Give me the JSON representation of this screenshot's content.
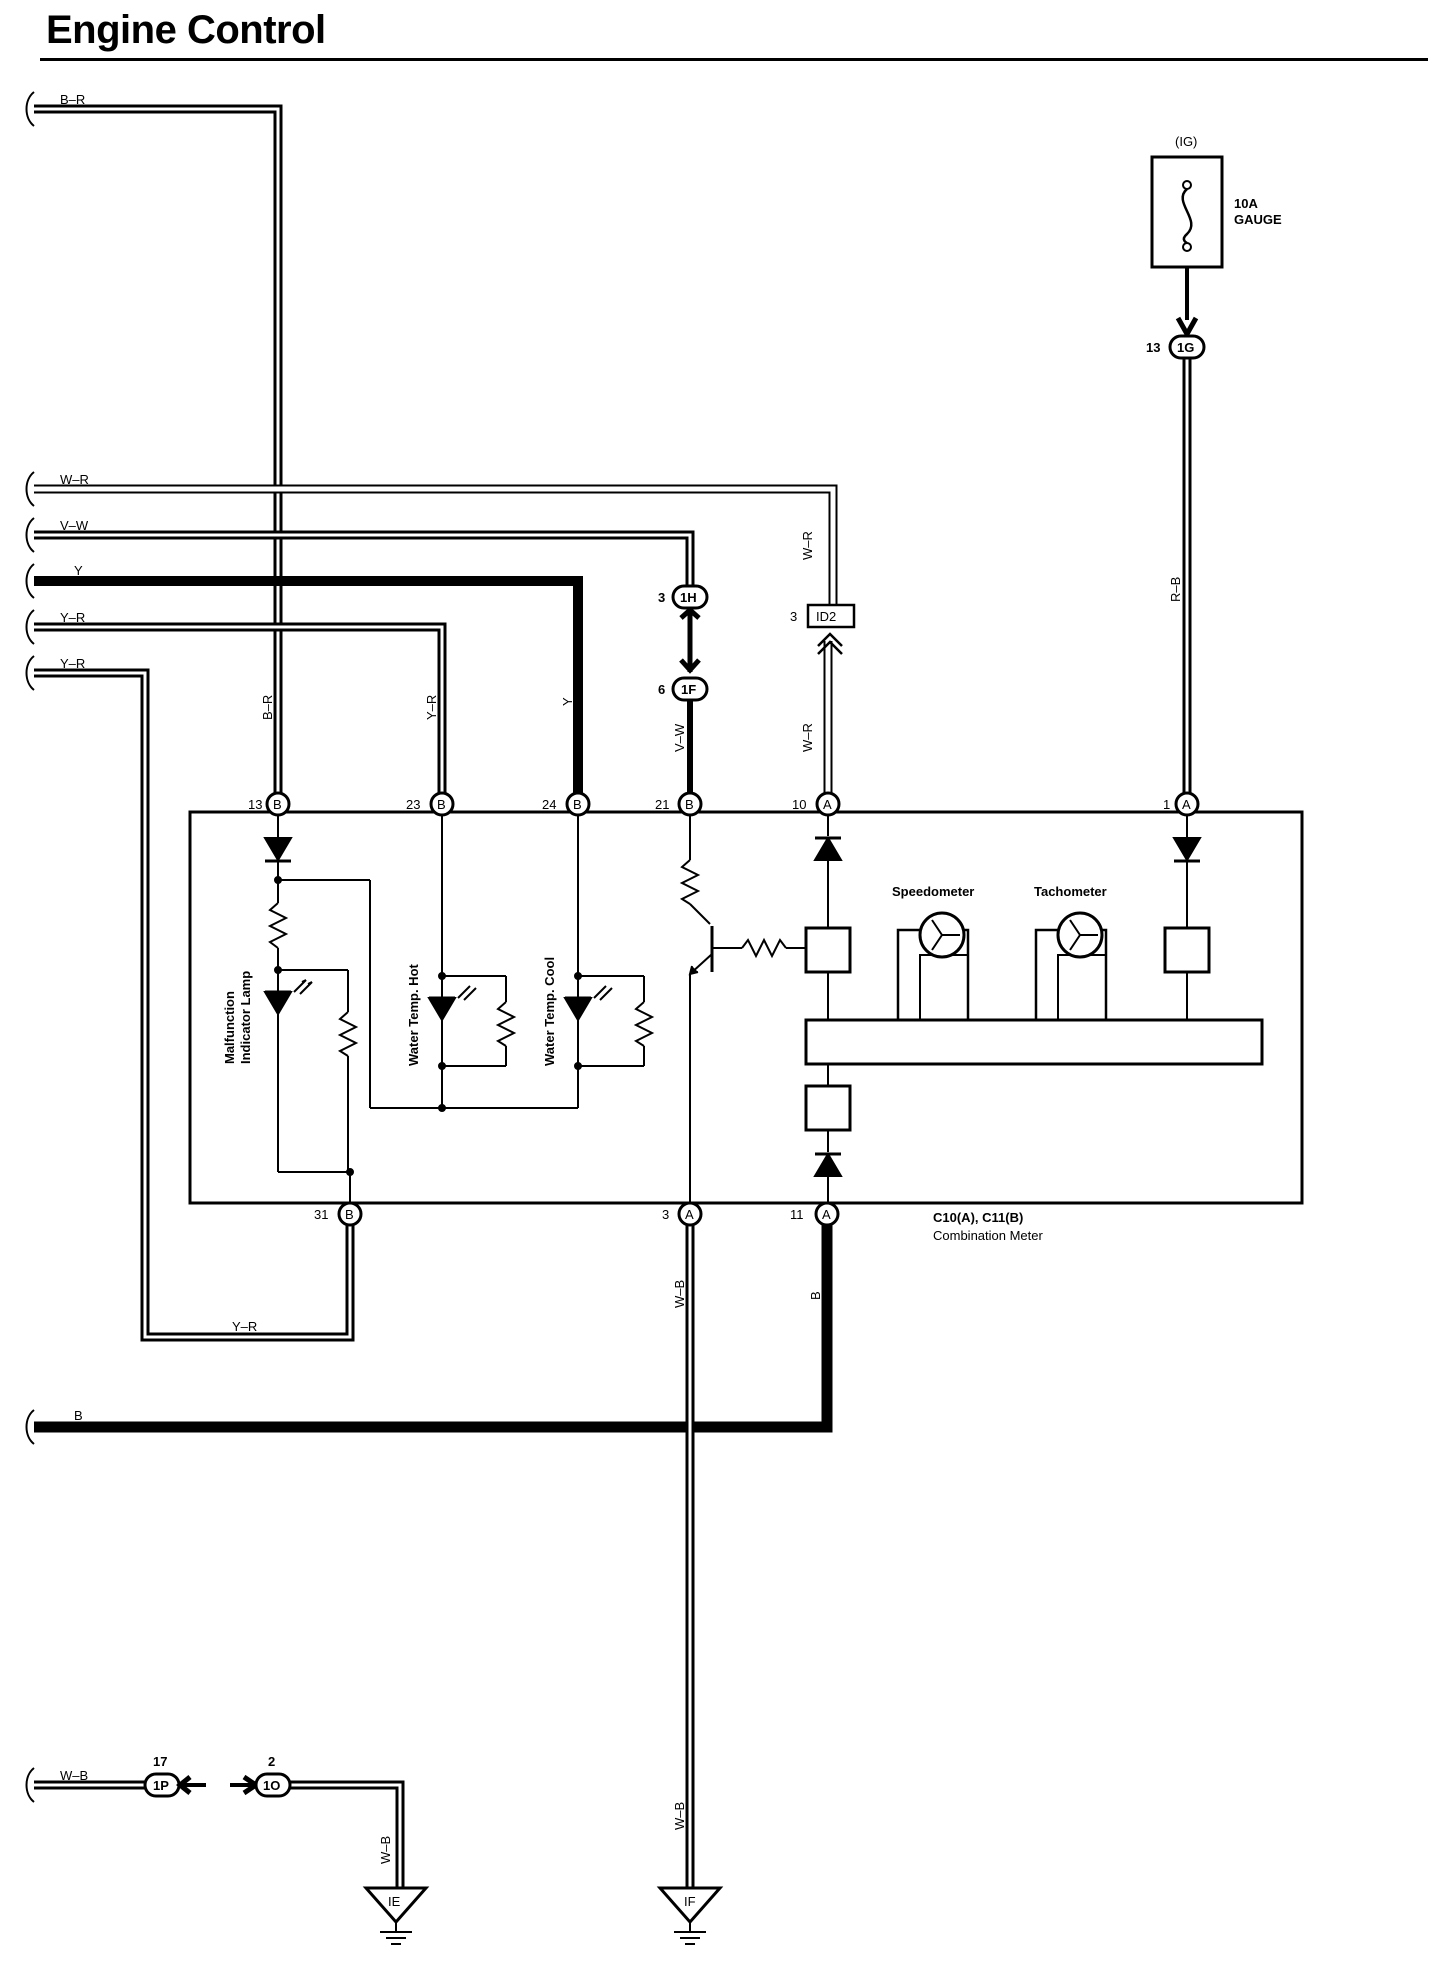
{
  "page": {
    "title": "Engine Control"
  },
  "wires": {
    "b_r": "B–R",
    "w_r": "W–R",
    "v_w": "V–W",
    "y": "Y",
    "y_r": "Y–R",
    "r_b": "R–B",
    "w_b": "W–B",
    "b": "B"
  },
  "pins": {
    "p13": "13",
    "p23": "23",
    "p24": "24",
    "p21": "21",
    "p10": "10",
    "p1": "1",
    "p31": "31",
    "p3": "3",
    "p11": "11",
    "p6": "6",
    "p17": "17",
    "p2": "2"
  },
  "connector_letters": {
    "a": "A",
    "b": "B"
  },
  "junctions": {
    "1h": "1H",
    "1f": "1F",
    "1g": "1G",
    "1p": "1P",
    "1o": "1O",
    "id2": "ID2"
  },
  "grounds": {
    "ie": "IE",
    "if": "IF"
  },
  "fuse": {
    "source": "(IG)",
    "rating": "10A",
    "name": "GAUGE"
  },
  "components": {
    "malfunction_1": "Malfunction",
    "malfunction_2": "Indicator Lamp",
    "water_hot": "Water Temp.  Hot",
    "water_cool": "Water Temp.  Cool",
    "speedometer": "Speedometer",
    "tachometer": "Tachometer",
    "meter_connectors": "C10(A), C11(B)",
    "meter_name": "Combination Meter"
  }
}
